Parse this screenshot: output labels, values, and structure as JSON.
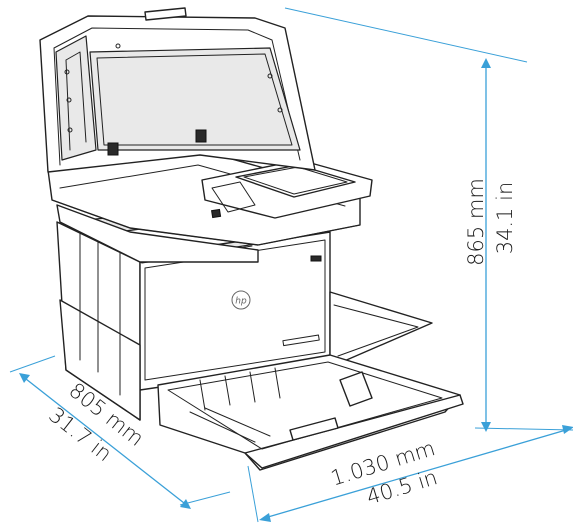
{
  "dimensions": {
    "height": {
      "metric": "865 mm",
      "imperial": "34.1 in"
    },
    "depth": {
      "metric": "805 mm",
      "imperial": "31.7 in"
    },
    "width": {
      "metric": "1.030 mm",
      "imperial": "40.5 in"
    }
  },
  "colors": {
    "dimension_line": "#3aa0d8",
    "ink": "#222222"
  },
  "product": {
    "logo_icon": "hp-logo-icon"
  }
}
